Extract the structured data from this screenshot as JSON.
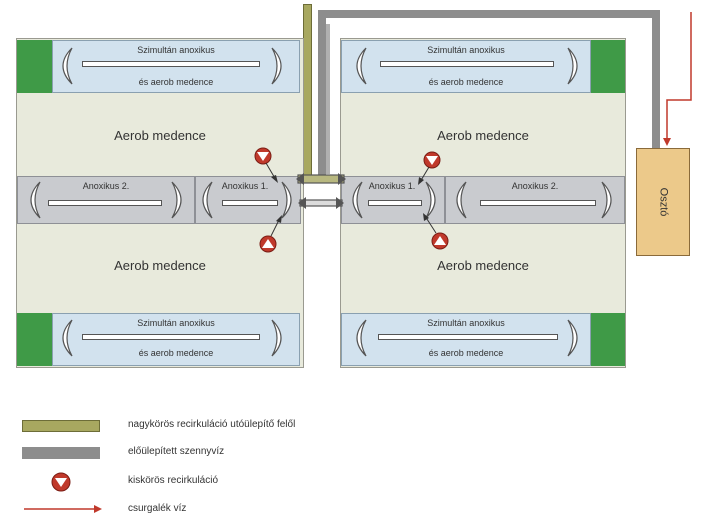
{
  "labels": {
    "sim_line1": "Szimultán anoxikus",
    "sim_line2": "és aerob medence",
    "aerob": "Aerob medence",
    "anox1": "Anoxikus 1.",
    "anox2": "Anoxikus 2.",
    "oszto": "Osztó"
  },
  "legend": {
    "olive": "nagykörös recirkuláció utóülepítő felől",
    "grey": "előülepített szennyvíz",
    "pump": "kiskörös recirkuláció",
    "red_arrow": "csurgalék víz"
  },
  "colors": {
    "olive_pipe": "#a8a860",
    "grey_pipe": "#8d8d8d",
    "red": "#c0392b",
    "green": "#3f9a47",
    "blue_zone": "#d2e2ee",
    "anox_zone": "#c9cbcf",
    "aerob_zone": "#e8eadc",
    "oszto_box": "#ecc98a"
  }
}
